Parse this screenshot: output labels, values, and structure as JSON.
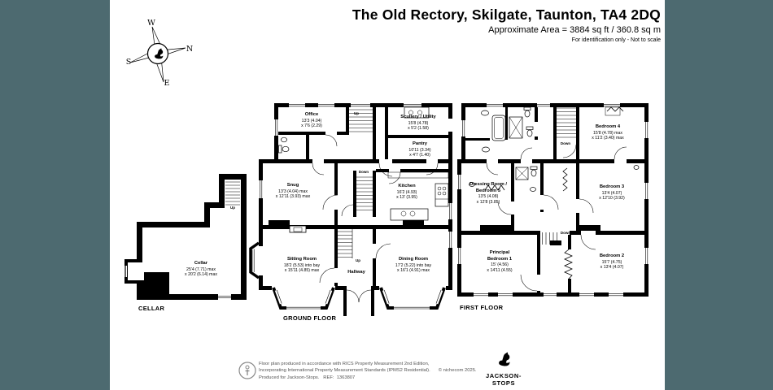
{
  "theme": {
    "sidebar_color": "#4d6a70",
    "wall_color": "#000000",
    "footer_text_color": "#555555"
  },
  "header": {
    "title": "The Old Rectory, Skilgate, Taunton, TA4 2DQ",
    "subtitle": "Approximate Area = 3884 sq ft / 360.8 sq m",
    "note": "For identification only - Not to scale"
  },
  "compass": {
    "north": "N",
    "east": "E",
    "south": "S",
    "west": "W"
  },
  "stair_labels": {
    "up": "Up",
    "down": "Down"
  },
  "floor_labels": {
    "cellar": "CELLAR",
    "ground": "GROUND FLOOR",
    "first": "FIRST FLOOR"
  },
  "rooms": {
    "cellar": {
      "name": "Cellar",
      "dim1": "25'4 (7.71) max",
      "dim2": "x 20'2 (6.14) max"
    },
    "office": {
      "name": "Office",
      "dim1": "13'3 (4.04)",
      "dim2": "x 7'6 (2.29)"
    },
    "scullery": {
      "name": "Scullery / Utility",
      "dim1": "15'8 (4.78)",
      "dim2": "x 5'2 (1.58)"
    },
    "pantry": {
      "name": "Pantry",
      "dim1": "10'11 (3.34)",
      "dim2": "x 4'7 (1.40)"
    },
    "snug": {
      "name": "Snug",
      "dim1": "13'3 (4.04) max",
      "dim2": "x 12'11 (3.93) max"
    },
    "kitchen": {
      "name": "Kitchen",
      "dim1": "16'2 (4.93)",
      "dim2": "x 13' (3.95)"
    },
    "sitting": {
      "name": "Sitting Room",
      "dim1": "18'2 (5.53) into bay",
      "dim2": "x 15'11 (4.85) max"
    },
    "hallway": {
      "name": "Hallway"
    },
    "dining": {
      "name": "Dining Room",
      "dim1": "17'2 (5.22) into bay",
      "dim2": "x 16'1 (4.91) max"
    },
    "bedroom4": {
      "name": "Bedroom 4",
      "dim1": "15'8 (4.78) max",
      "dim2": "x 11'2 (3.40) max"
    },
    "dressing": {
      "name": "Dressing Room /",
      "name2": "Bedroom 5",
      "dim1": "13'5 (4.08)",
      "dim2": "x 12'8 (3.85)"
    },
    "bedroom3": {
      "name": "Bedroom 3",
      "dim1": "13'4 (4.07)",
      "dim2": "x 12'10 (3.92)"
    },
    "principal": {
      "name": "Principal",
      "name2": "Bedroom 1",
      "dim1": "15' (4.56)",
      "dim2": "x 14'11 (4.55)"
    },
    "bedroom2": {
      "name": "Bedroom 2",
      "dim1": "15'7 (4.75)",
      "dim2": "x 13'4 (4.07)"
    }
  },
  "footer": {
    "line1": "Floor plan produced in accordance with RICS Property Measurement 2nd Edition,",
    "line2": "Incorporating International Property Measurement Standards (IPMS2 Residential).",
    "copyright": "© nichecom 2025.",
    "line3": "Produced for Jackson-Stops.   REF:  1363807"
  },
  "brand": {
    "name": "JACKSON-STOPS"
  }
}
